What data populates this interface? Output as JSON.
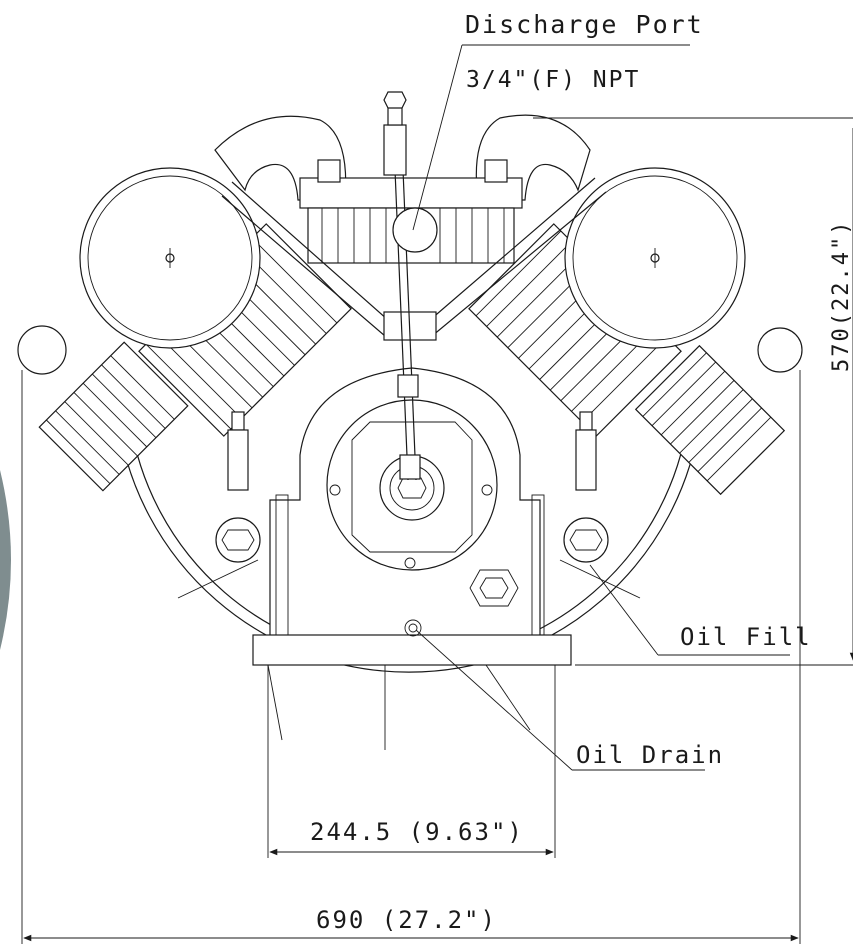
{
  "labels": {
    "discharge_port": "Discharge Port",
    "discharge_size": "3/4\"(F) NPT",
    "height_dim": "570(22.4\")",
    "oil_fill": "Oil Fill",
    "oil_drain": "Oil Drain",
    "base_width_dim": "244.5 (9.63\")",
    "overall_width_dim": "690 (27.2\")"
  },
  "colors": {
    "line": "#1a1a1a",
    "left_edge_shade": "#7f8d8f"
  }
}
